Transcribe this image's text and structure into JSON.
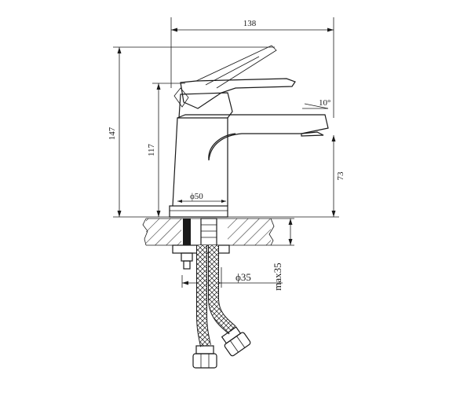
{
  "dimensions": {
    "overall_width": "138",
    "overall_height": "147",
    "body_height": "117",
    "spout_height": "73",
    "base_diameter": "ϕ50",
    "hole_diameter": "ϕ35",
    "max_mount_thickness": "max35",
    "spout_angle": "10°"
  },
  "colors": {
    "line": "#1a1a1a",
    "background": "#ffffff"
  }
}
